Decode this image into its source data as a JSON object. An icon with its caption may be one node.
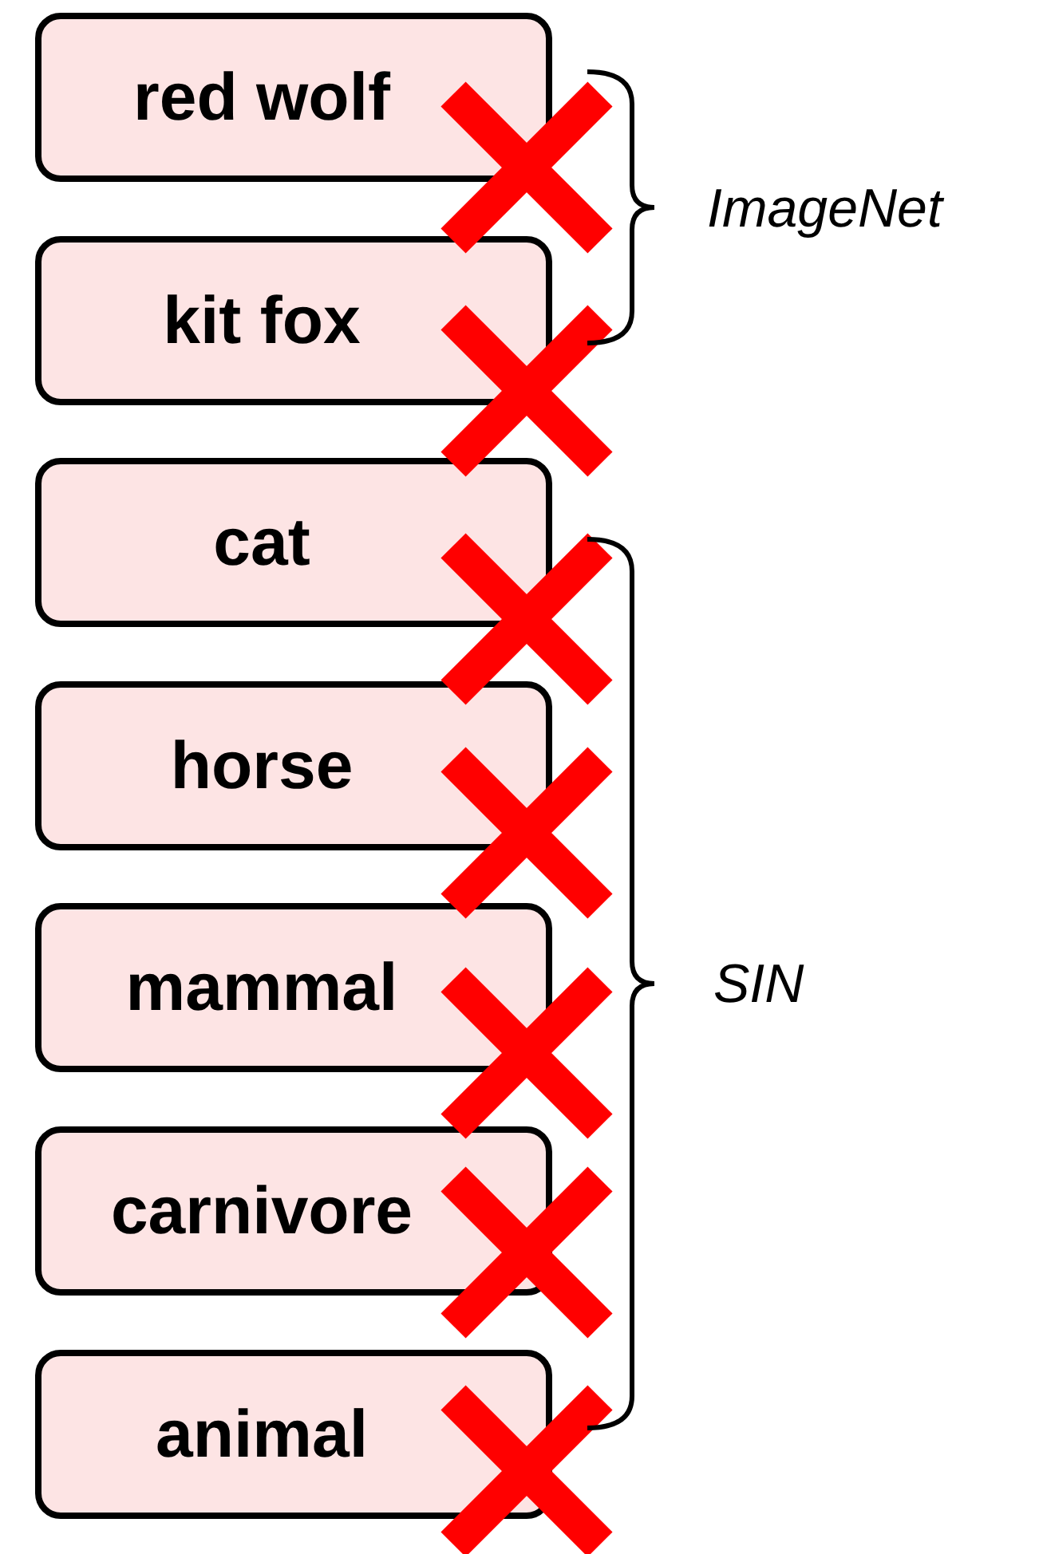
{
  "diagram": {
    "nodes": [
      {
        "text": [
          "red wolf"
        ]
      },
      {
        "text": [
          "kit fox"
        ]
      },
      {
        "text": [
          "cat"
        ]
      },
      {
        "text": [
          "horse"
        ]
      },
      {
        "text": [
          "mammal"
        ]
      },
      {
        "text": [
          "carnivore"
        ]
      },
      {
        "text": [
          "animal"
        ]
      }
    ],
    "labels": [
      "ImageNet",
      "SIN"
    ]
  }
}
